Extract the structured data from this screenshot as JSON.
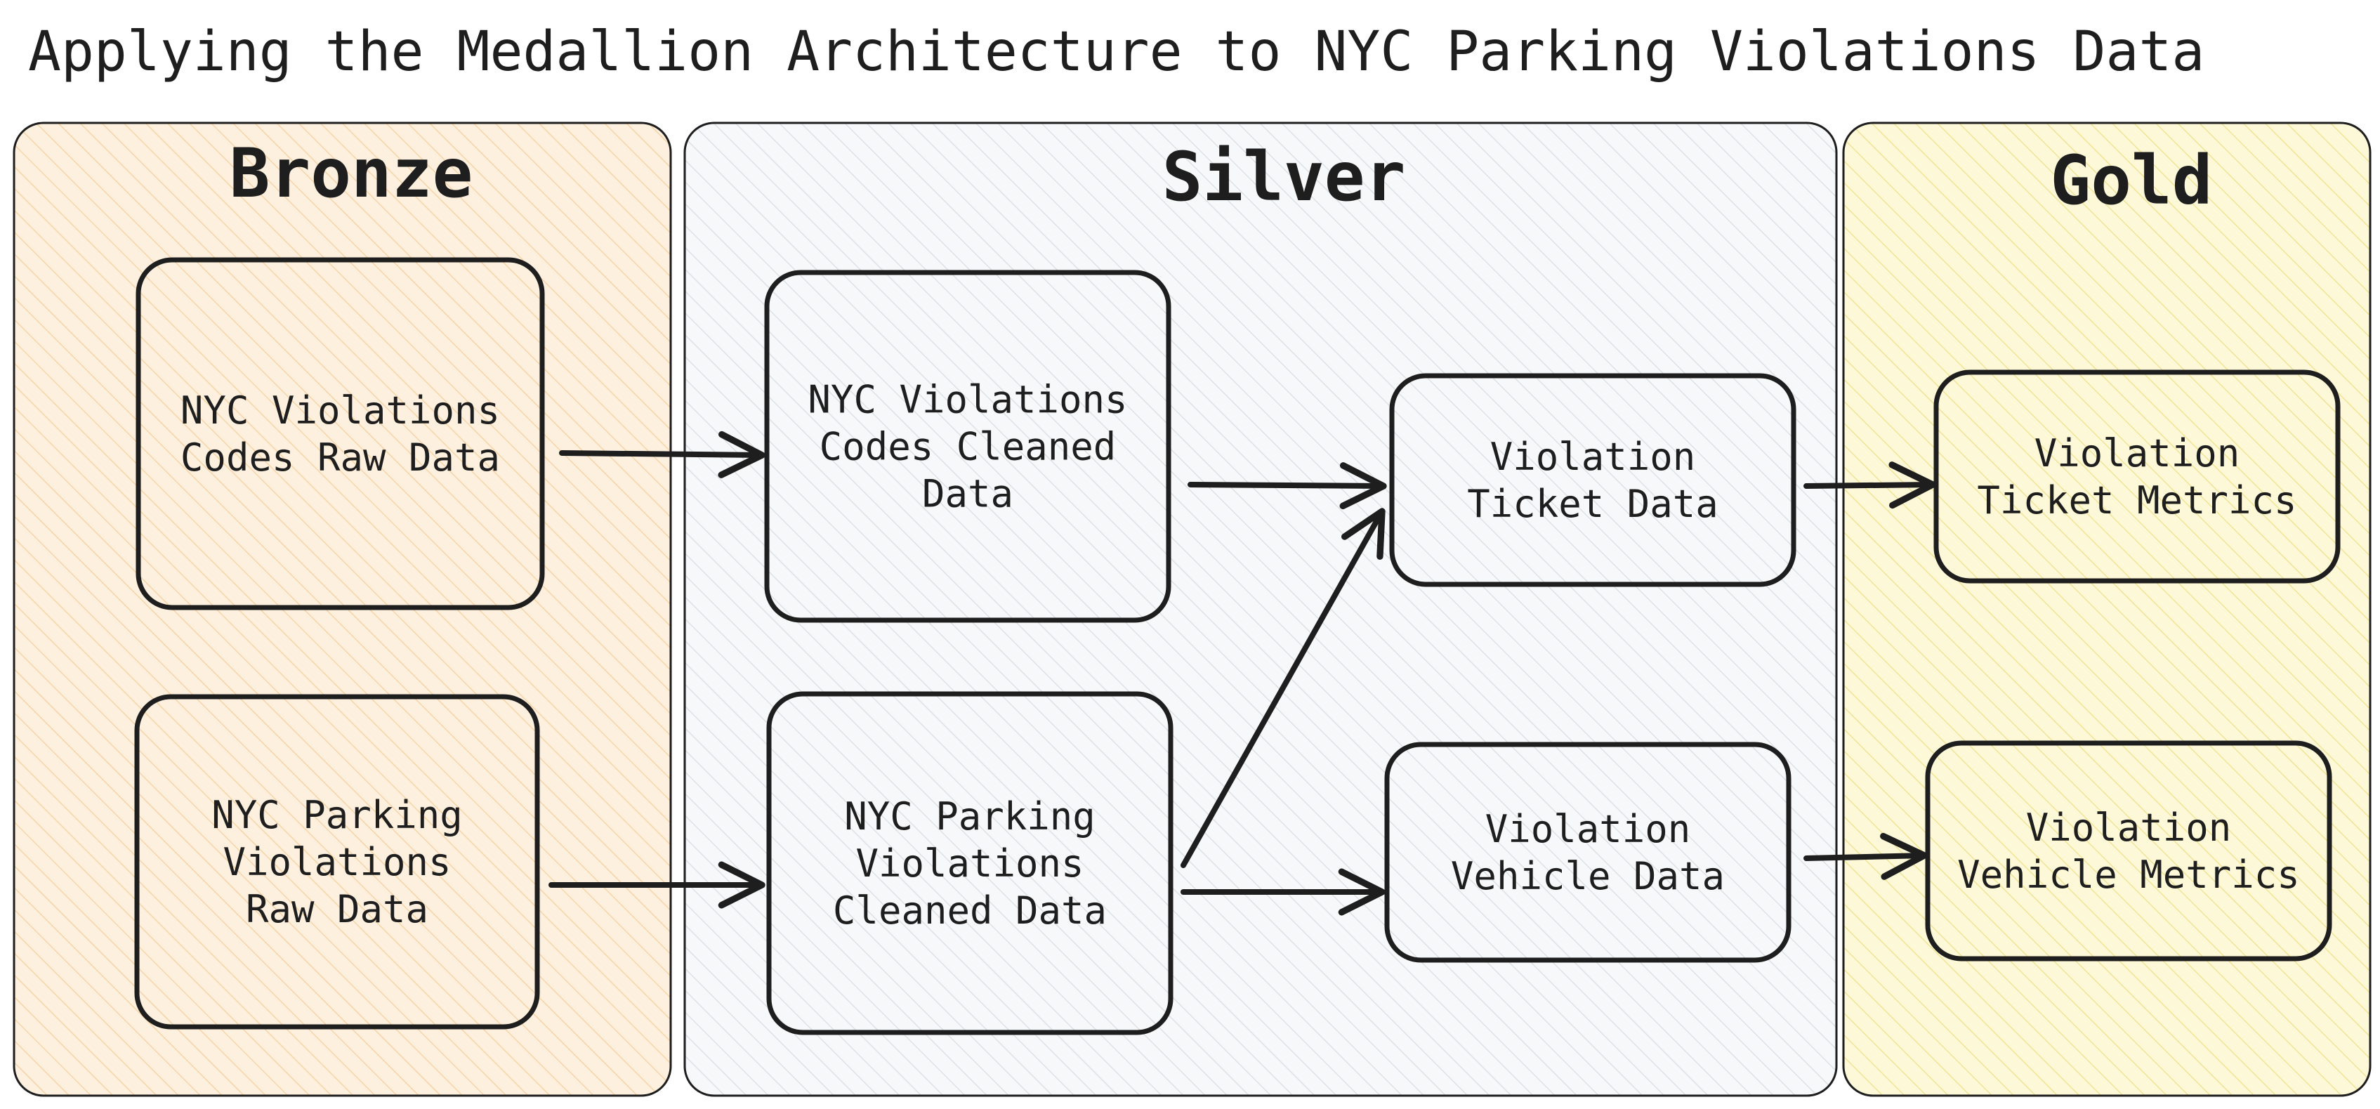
{
  "title": "Applying the Medallion Architecture to NYC Parking Violations Data",
  "colors": {
    "bronze": "#fdf0df",
    "silver": "#f7f8f9",
    "gold": "#fdf8d8",
    "hatch_bronze": "#f7cf9c",
    "hatch_silver": "#d9dde2",
    "hatch_gold": "#efe08a",
    "ink": "#1e1e1e"
  },
  "zones": [
    {
      "id": "bronze",
      "label": "Bronze"
    },
    {
      "id": "silver",
      "label": "Silver"
    },
    {
      "id": "gold",
      "label": "Gold"
    }
  ],
  "nodes": [
    {
      "id": "b1",
      "zone": "bronze",
      "lines": [
        "NYC Violations",
        "Codes Raw Data"
      ]
    },
    {
      "id": "b2",
      "zone": "bronze",
      "lines": [
        "NYC Parking",
        "Violations",
        "Raw Data"
      ]
    },
    {
      "id": "s1",
      "zone": "silver",
      "lines": [
        "NYC Violations",
        "Codes Cleaned",
        "Data"
      ]
    },
    {
      "id": "s2",
      "zone": "silver",
      "lines": [
        "NYC Parking",
        "Violations",
        "Cleaned Data"
      ]
    },
    {
      "id": "s3",
      "zone": "silver",
      "lines": [
        "Violation",
        "Ticket Data"
      ]
    },
    {
      "id": "s4",
      "zone": "silver",
      "lines": [
        "Violation",
        "Vehicle Data"
      ]
    },
    {
      "id": "g1",
      "zone": "gold",
      "lines": [
        "Violation",
        "Ticket Metrics"
      ]
    },
    {
      "id": "g2",
      "zone": "gold",
      "lines": [
        "Violation",
        "Vehicle Metrics"
      ]
    }
  ],
  "edges": [
    {
      "from": "b1",
      "to": "s1"
    },
    {
      "from": "b2",
      "to": "s2"
    },
    {
      "from": "s1",
      "to": "s3"
    },
    {
      "from": "s2",
      "to": "s3"
    },
    {
      "from": "s2",
      "to": "s4"
    },
    {
      "from": "s3",
      "to": "g1"
    },
    {
      "from": "s4",
      "to": "g2"
    }
  ]
}
